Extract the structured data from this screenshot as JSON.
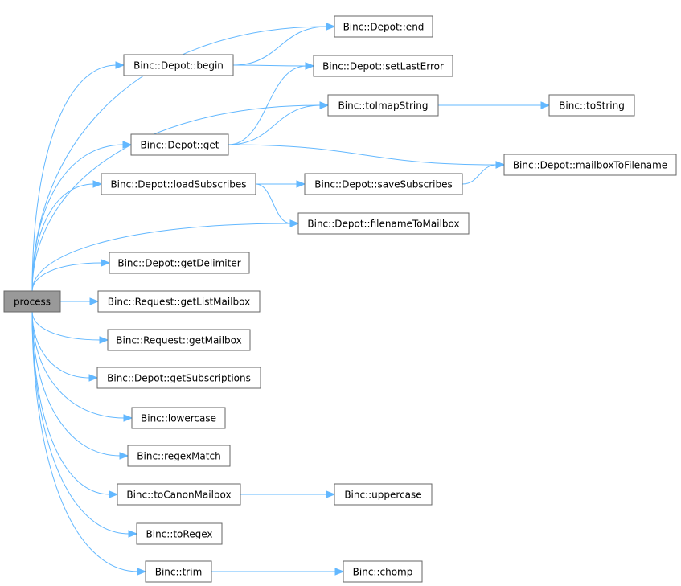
{
  "colors": {
    "edge": "#63b8ff",
    "node_border": "#666666",
    "root_fill": "#999999",
    "node_fill": "#ffffff"
  },
  "nodes": {
    "process": "process",
    "begin": "Binc::Depot::begin",
    "end": "Binc::Depot::end",
    "setLastError": "Binc::Depot::setLastError",
    "toImapString": "Binc::toImapString",
    "toString": "Binc::toString",
    "get": "Binc::Depot::get",
    "mailboxToFilename": "Binc::Depot::mailboxToFilename",
    "loadSubscribes": "Binc::Depot::loadSubscribes",
    "saveSubscribes": "Binc::Depot::saveSubscribes",
    "filenameToMailbox": "Binc::Depot::filenameToMailbox",
    "getDelimiter": "Binc::Depot::getDelimiter",
    "getListMailbox": "Binc::Request::getListMailbox",
    "getMailbox": "Binc::Request::getMailbox",
    "getSubscriptions": "Binc::Depot::getSubscriptions",
    "lowercase": "Binc::lowercase",
    "regexMatch": "Binc::regexMatch",
    "toCanonMailbox": "Binc::toCanonMailbox",
    "uppercase": "Binc::uppercase",
    "toRegex": "Binc::toRegex",
    "trim": "Binc::trim",
    "chomp": "Binc::chomp"
  },
  "edges": [
    [
      "process",
      "end"
    ],
    [
      "process",
      "begin"
    ],
    [
      "process",
      "toImapString"
    ],
    [
      "process",
      "get"
    ],
    [
      "process",
      "loadSubscribes"
    ],
    [
      "process",
      "filenameToMailbox"
    ],
    [
      "process",
      "getDelimiter"
    ],
    [
      "process",
      "getListMailbox"
    ],
    [
      "process",
      "getMailbox"
    ],
    [
      "process",
      "getSubscriptions"
    ],
    [
      "process",
      "lowercase"
    ],
    [
      "process",
      "regexMatch"
    ],
    [
      "process",
      "toCanonMailbox"
    ],
    [
      "process",
      "toRegex"
    ],
    [
      "process",
      "trim"
    ],
    [
      "begin",
      "end"
    ],
    [
      "begin",
      "setLastError"
    ],
    [
      "get",
      "setLastError"
    ],
    [
      "get",
      "toImapString"
    ],
    [
      "get",
      "mailboxToFilename"
    ],
    [
      "toImapString",
      "toString"
    ],
    [
      "loadSubscribes",
      "saveSubscribes"
    ],
    [
      "loadSubscribes",
      "filenameToMailbox"
    ],
    [
      "saveSubscribes",
      "mailboxToFilename"
    ],
    [
      "toCanonMailbox",
      "uppercase"
    ],
    [
      "trim",
      "chomp"
    ]
  ]
}
